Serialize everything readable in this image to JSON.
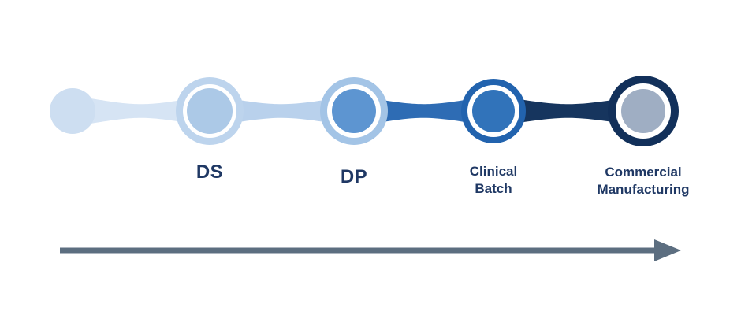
{
  "diagram": {
    "background": "#FFFFFF",
    "label_color": "#1F3864",
    "stages": [
      {
        "name": "start",
        "label_line1": "",
        "label_line2": "",
        "outer_color": "#CDDEF1",
        "inner_color": "#CDDEF1"
      },
      {
        "name": "ds",
        "label_line1": "DS",
        "label_line2": "",
        "outer_color": "#BDD4ED",
        "inner_color": "#ACC9E7"
      },
      {
        "name": "dp",
        "label_line1": "DP",
        "label_line2": "",
        "outer_color": "#A3C4E6",
        "inner_color": "#5D95D1"
      },
      {
        "name": "clinical-batch",
        "label_line1": "Clinical",
        "label_line2": "Batch",
        "outer_color": "#2263AE",
        "inner_color": "#3173BA"
      },
      {
        "name": "commercial-manufacturing",
        "label_line1": "Commercial",
        "label_line2": "Manufacturing",
        "outer_color": "#12305A",
        "inner_color": "#9FAEC3"
      }
    ],
    "connectors": [
      {
        "from": "start",
        "to": "ds",
        "color": "#D6E4F4"
      },
      {
        "from": "ds",
        "to": "dp",
        "color": "#B9D1EC"
      },
      {
        "from": "dp",
        "to": "clinical-batch",
        "color": "#2E6CB4"
      },
      {
        "from": "clinical-batch",
        "to": "commercial-manufacturing",
        "color": "#16355E"
      }
    ],
    "arrow": {
      "color": "#5C6E80",
      "direction": "right"
    }
  }
}
